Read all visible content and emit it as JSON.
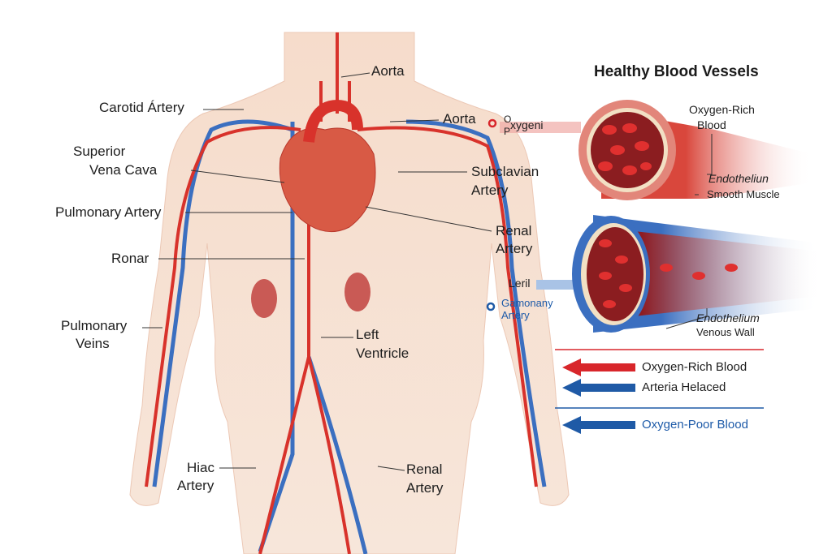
{
  "title": "Healthy Blood Vessels",
  "body_labels": {
    "aorta_top": "Aorta",
    "carotid": "Carotid Ártery",
    "aorta_right": "Aorta",
    "svc": [
      "Superior",
      "Vena Cava"
    ],
    "subclavian": [
      "Subclavian",
      "Artery"
    ],
    "pulmonary_artery": "Pulmonary Artery",
    "renal_upper": [
      "Renal",
      "Artery"
    ],
    "ronar": "Ronar",
    "pulmonary_veins": [
      "Pulmonary",
      "Veins"
    ],
    "left_ventricle": [
      "Left",
      "Ventricle"
    ],
    "iliac": [
      "Hiac",
      "Artery"
    ],
    "renal_lower": [
      "Renal",
      "Artery"
    ]
  },
  "artery_panel": {
    "marker": [
      "O",
      "xygeni",
      "P"
    ],
    "oxygen_rich": [
      "Oxygen-Rich",
      "Blood"
    ],
    "endothelium": "Endotheliun",
    "smooth_muscle": "Smooth Muscle"
  },
  "vein_panel": {
    "leril": "Leril",
    "gamonany": [
      "Gamonany",
      "Artery"
    ],
    "endothelium": "Endothelium",
    "venous_wall": "Venous Wall"
  },
  "legend": [
    {
      "label": "Oxygen-Rich Blood",
      "color": "#d8262b"
    },
    {
      "label": "Arteria Helaced",
      "color": "#1f5aa6"
    },
    {
      "label": "Oxygen-Poor Blood",
      "color": "#1f5aa6"
    }
  ]
}
